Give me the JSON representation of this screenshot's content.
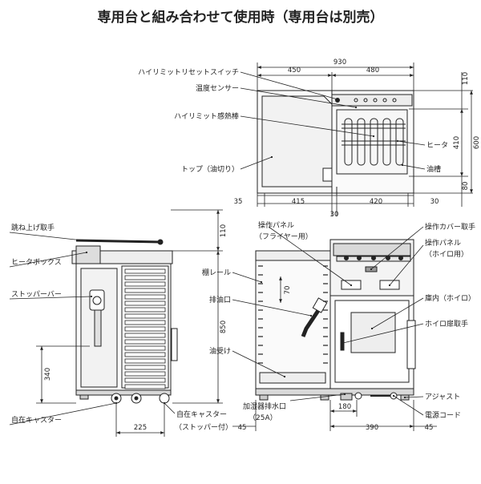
{
  "title": "専用台と組み合わせて使用時（専用台は別売）",
  "top_view": {
    "labels": {
      "reset_switch": "ハイリミットリセットスイッチ",
      "temp_sensor": "温度センサー",
      "limit_sensor": "ハイリミット感熱棒",
      "top_oil": "トップ（油切り）",
      "heater": "ヒータ",
      "oil_tank": "油槽"
    },
    "dims": {
      "total_width": "930",
      "left_width": "450",
      "right_width": "480",
      "bottom_a": "35",
      "bottom_b": "415",
      "bottom_c": "420",
      "bottom_d": "30",
      "bottom_e": "30",
      "right_top": "110",
      "right_mid": "410",
      "right_total": "600",
      "right_bottom": "80"
    }
  },
  "side_view": {
    "labels": {
      "lift_handle": "跳ね上げ取手",
      "heater_box": "ヒータボックス",
      "stopper_bar": "ストッパーバー",
      "free_caster": "自在キャスター"
    },
    "dims": {
      "top_gap": "110",
      "height": "850",
      "base_height": "340",
      "caster_span": "225"
    }
  },
  "front_view": {
    "labels": {
      "rack_rail": "棚レール",
      "drain": "排油口",
      "oil_pan": "油受け",
      "fryer_panel": "操作パネル",
      "fryer_panel_sub": "（フライヤー用）",
      "cover_handle": "操作カバー取手",
      "hoiro_panel": "操作パネル",
      "hoiro_panel_sub": "（ホイロ用）",
      "hoiro_inside": "庫内（ホイロ）",
      "hoiro_handle": "ホイロ扉取手",
      "adjuster": "アジャスト",
      "power_cord": "電源コード",
      "humidifier_drain": "加湿器排水口",
      "humidifier_drain_size": "（25A）",
      "fixed_caster": "自在キャスター",
      "fixed_caster_sub": "（ストッパー付）"
    },
    "dims": {
      "rail_pitch": "70",
      "left_offset": "45",
      "drain_offset": "180",
      "hoiro_width": "390",
      "right_offset": "45"
    }
  },
  "colors": {
    "line": "#222222",
    "fill_light": "#f4f4f4",
    "fill_mid": "#d9d9d9",
    "fill_dark": "#555555"
  }
}
